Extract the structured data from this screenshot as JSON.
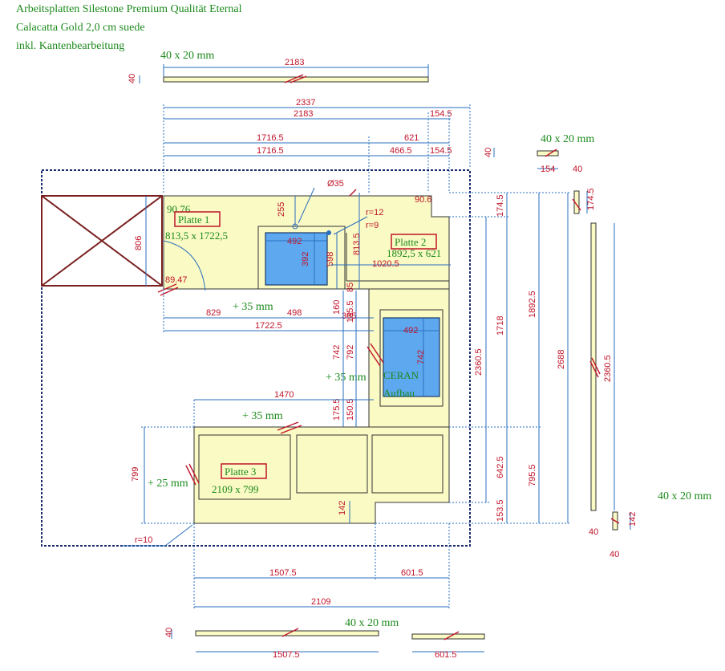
{
  "header": {
    "line1": "Arbeitsplatten Silestone Premium Qualität Eternal",
    "line2": "Calacatta Gold 2,0 cm suede",
    "line3": "inkl. Kantenbearbeitung"
  },
  "strips": {
    "top_size": "40 x 20 mm",
    "top_len": "2183",
    "top_h": "40",
    "small_size": "40 x 20 mm",
    "small_h": "40",
    "small_len": "154",
    "side_w": "40",
    "side_h": "174.5",
    "right_len": "2360.5",
    "right_size": "40 x 20 mm",
    "right_w": "40",
    "right_h": "142",
    "right_w2": "40",
    "bottom_size": "40 x 20 mm",
    "bottom_h": "40",
    "bottom_len1": "1507.5",
    "bottom_len2": "601.5"
  },
  "dimensions": {
    "d2337": "2337",
    "d2183": "2183",
    "d154a": "154.5",
    "d1716a": "1716.5",
    "d621": "621",
    "d1716b": "1716.5",
    "d466": "466.5",
    "d154b": "154.5",
    "d35": "Ø35",
    "d255": "255",
    "d90a": "90.76",
    "d90b": "90.6",
    "d806": "806",
    "d8947": "89.47",
    "d492a": "492",
    "d392": "392",
    "d598": "598",
    "d8135": "813.5",
    "dr12": "r=12",
    "dr9": "r=9",
    "d1020": "1020.5",
    "d174a": "174.5",
    "d1718": "1718",
    "d1892": "1892.5",
    "d2688": "2688",
    "d2360": "2360.5",
    "d829": "829",
    "d498": "498",
    "d395": "395",
    "d1722": "1722.5",
    "d160": "160",
    "d85": "85",
    "d135": "135.5",
    "d742a": "742",
    "d792": "792",
    "d492b": "492",
    "d742b": "742",
    "d1470": "1470",
    "d175": "175.5",
    "d150": "150.5",
    "d799": "799",
    "d642": "642.5",
    "d795": "795.5",
    "d153": "153.5",
    "d142": "142",
    "dr10": "r=10",
    "d1507": "1507.5",
    "d601": "601.5",
    "d2109": "2109"
  },
  "notes": {
    "p35a": "+ 35 mm",
    "p35b": "+ 35 mm",
    "p35c": "+ 35 mm",
    "p25": "+ 25 mm",
    "ceran1": "CERAN",
    "ceran2": "Aufbau"
  },
  "plates": [
    {
      "name": "Platte 1",
      "size": "813,5 x 1722,5"
    },
    {
      "name": "Platte 2",
      "size": "1892,5 x 621"
    },
    {
      "name": "Platte 3",
      "size": "2109 x 799"
    }
  ]
}
